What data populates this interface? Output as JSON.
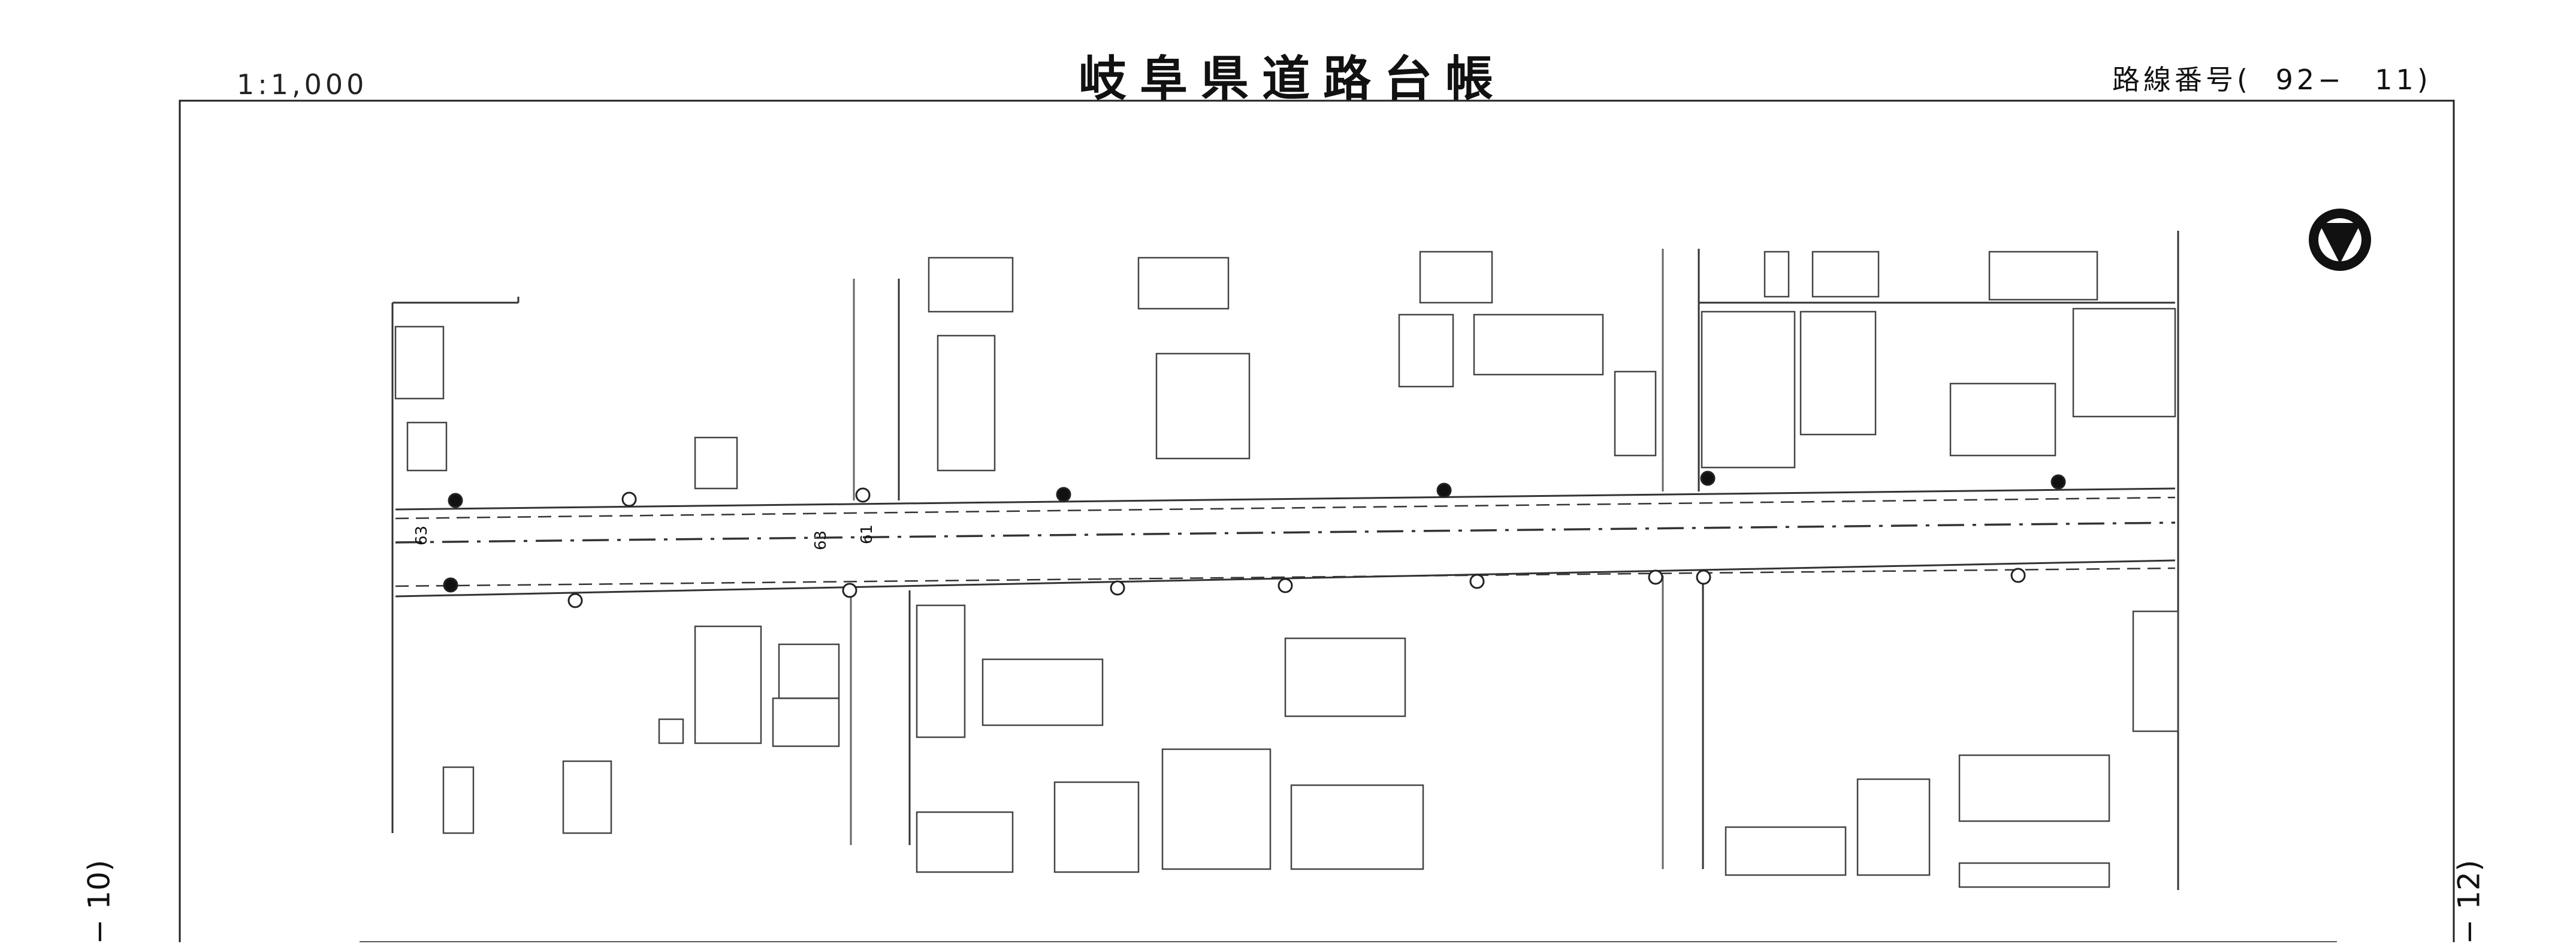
{
  "header": {
    "scale": "1:1,000",
    "title": "岐阜県道路台帳",
    "route_prefix": "路線番号(",
    "route_number": "92−",
    "route_sheet": "11)"
  },
  "side_refs": {
    "previous": "− 10)",
    "next": "− 12)"
  },
  "map": {
    "north_arrow": "north-arrow-icon",
    "station_labels": [
      "63",
      "63",
      "61"
    ]
  },
  "colors": {
    "line": "#222222",
    "light_line": "#555555",
    "background": "#ffffff"
  }
}
